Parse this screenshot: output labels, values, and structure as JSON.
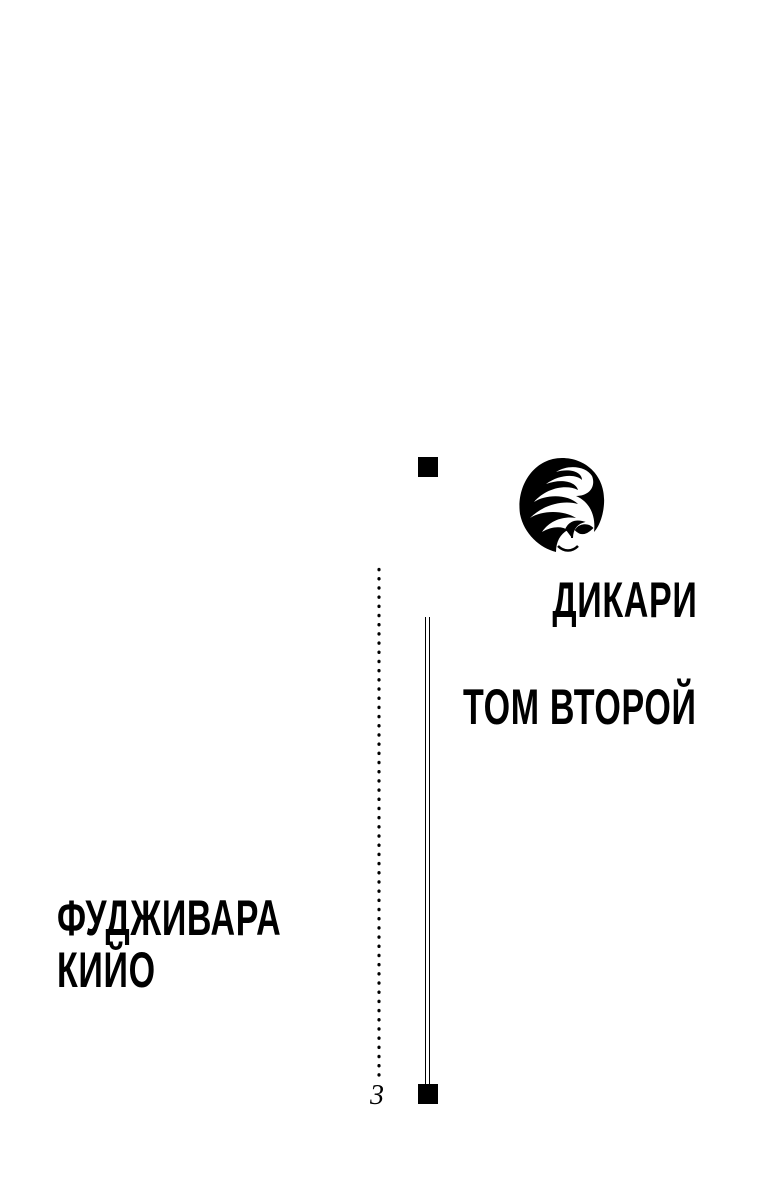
{
  "book": {
    "title": "ДИКАРИ",
    "volume": "ТОМ ВТОРОЙ",
    "author_line1": "ФУДЖИВАРА",
    "author_line2": "КИЙО",
    "page_number": "3"
  },
  "icons": {
    "logo": "stylized-face-with-wavy-hair-logo"
  }
}
